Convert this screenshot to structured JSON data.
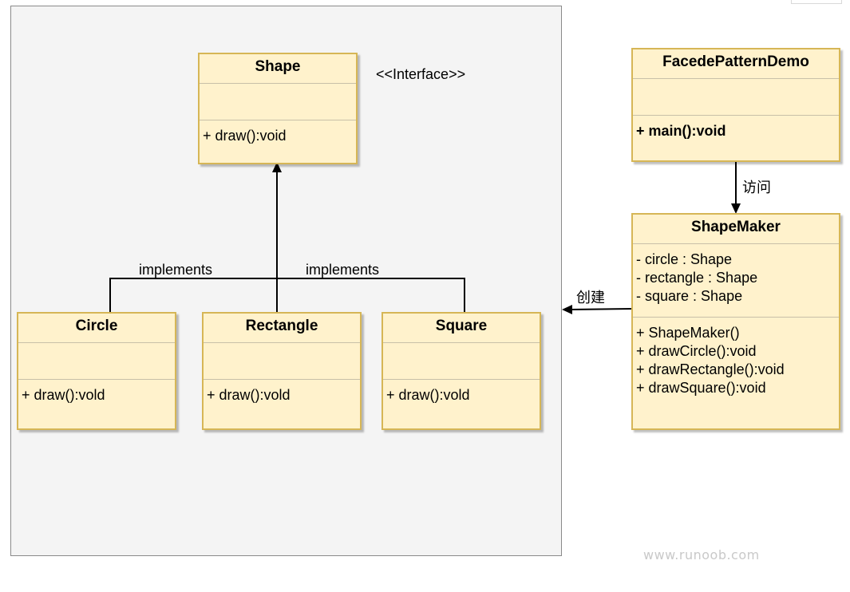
{
  "diagram": {
    "interface_stereotype": "<<Interface>>",
    "shape": {
      "name": "Shape",
      "operations": [
        "+ draw():void"
      ]
    },
    "circle": {
      "name": "Circle",
      "operations": [
        "+ draw():vold"
      ]
    },
    "rectangle": {
      "name": "Rectangle",
      "operations": [
        "+ draw():vold"
      ]
    },
    "square": {
      "name": "Square",
      "operations": [
        "+ draw():vold"
      ]
    },
    "demo": {
      "name": "FacedePatternDemo",
      "operations": [
        "+ main():void"
      ]
    },
    "shapemaker": {
      "name": "ShapeMaker",
      "attributes": [
        "- circle : Shape",
        "- rectangle : Shape",
        "- square : Shape"
      ],
      "operations": [
        "+ ShapeMaker()",
        "+ drawCircle():void",
        "+ drawRectangle():void",
        "+ drawSquare():void"
      ]
    },
    "edges": {
      "implements_left": "implements",
      "implements_right": "implements",
      "visit": "访问",
      "create": "创建"
    },
    "watermark": "www.runoob.com"
  }
}
